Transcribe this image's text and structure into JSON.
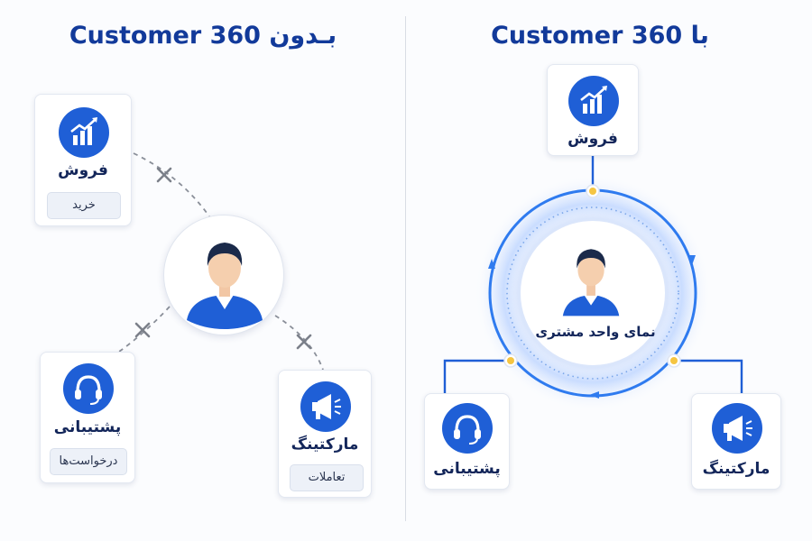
{
  "left_panel": {
    "title": "Customer 360 بـدون",
    "sales": {
      "label": "فروش",
      "chip": "خرید",
      "icon": "chart-growth-icon"
    },
    "support": {
      "label": "پشتیبانی",
      "chip": "درخواست‌ها",
      "icon": "headset-icon"
    },
    "marketing": {
      "label": "مارکتینگ",
      "chip": "تعاملات",
      "icon": "megaphone-icon"
    },
    "customer": {
      "icon": "customer-avatar-icon"
    }
  },
  "right_panel": {
    "title": "Customer 360 با",
    "sales": {
      "label": "فروش",
      "icon": "chart-growth-icon"
    },
    "support": {
      "label": "پشتیبانی",
      "icon": "headset-icon"
    },
    "marketing": {
      "label": "مارکتینگ",
      "icon": "megaphone-icon"
    },
    "center": {
      "label": "نمای واحد مشتری",
      "icon": "customer-avatar-icon"
    }
  },
  "colors": {
    "brand": "#1f5fd6",
    "title": "#123a9a",
    "text": "#13265a",
    "connector_dot": "#f5c542",
    "broken_link": "#8a8f99"
  }
}
